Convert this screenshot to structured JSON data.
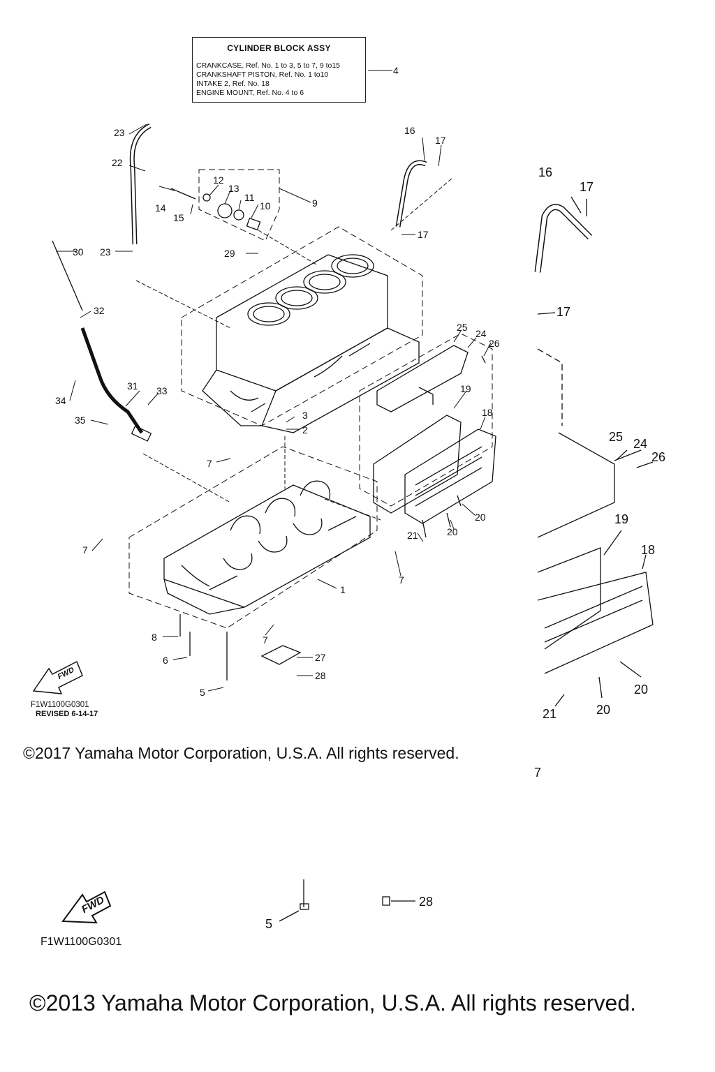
{
  "assembly_box": {
    "title": "CYLINDER BLOCK ASSY",
    "lines": [
      "CRANKCASE, Ref. No. 1 to 3, 5 to 7, 9 to15",
      "CRANKSHAFT PISTON, Ref. No. 1 to10",
      "INTAKE 2, Ref. No. 18",
      "ENGINE MOUNT, Ref. No. 4 to 6"
    ],
    "ref": "4"
  },
  "callouts": {
    "c1": "1",
    "c2": "2",
    "c3": "3",
    "c4": "4",
    "c5": "5",
    "c6": "6",
    "c7a": "7",
    "c7b": "7",
    "c7c": "7",
    "c7d": "7",
    "c8": "8",
    "c9": "9",
    "c10": "10",
    "c11": "11",
    "c12": "12",
    "c13": "13",
    "c14": "14",
    "c15": "15",
    "c16": "16",
    "c17a": "17",
    "c17b": "17",
    "c18": "18",
    "c19": "19",
    "c20a": "20",
    "c20b": "20",
    "c21": "21",
    "c22": "22",
    "c23a": "23",
    "c23b": "23",
    "c24": "24",
    "c25": "25",
    "c26": "26",
    "c27": "27",
    "c28": "28",
    "c29": "29",
    "c30": "30",
    "c31": "31",
    "c32": "32",
    "c33": "33",
    "c34": "34",
    "c35": "35"
  },
  "right_callouts": {
    "r16": "16",
    "r17a": "17",
    "r17b": "17",
    "r25": "25",
    "r24": "24",
    "r26": "26",
    "r19": "19",
    "r18": "18",
    "r20a": "20",
    "r20b": "20",
    "r21": "21",
    "r7": "7"
  },
  "lower_callouts": {
    "l5": "5",
    "l28": "28"
  },
  "fwd_label": "FWD",
  "diagram_code": "F1W1100G0301",
  "revised": "REVISED 6-14-17",
  "diagram_code_lower": "F1W1100G0301",
  "copyright_2017": "©2017 Yamaha Motor Corporation, U.S.A. All rights reserved.",
  "copyright_2013": "©2013 Yamaha Motor Corporation, U.S.A. All rights reserved."
}
